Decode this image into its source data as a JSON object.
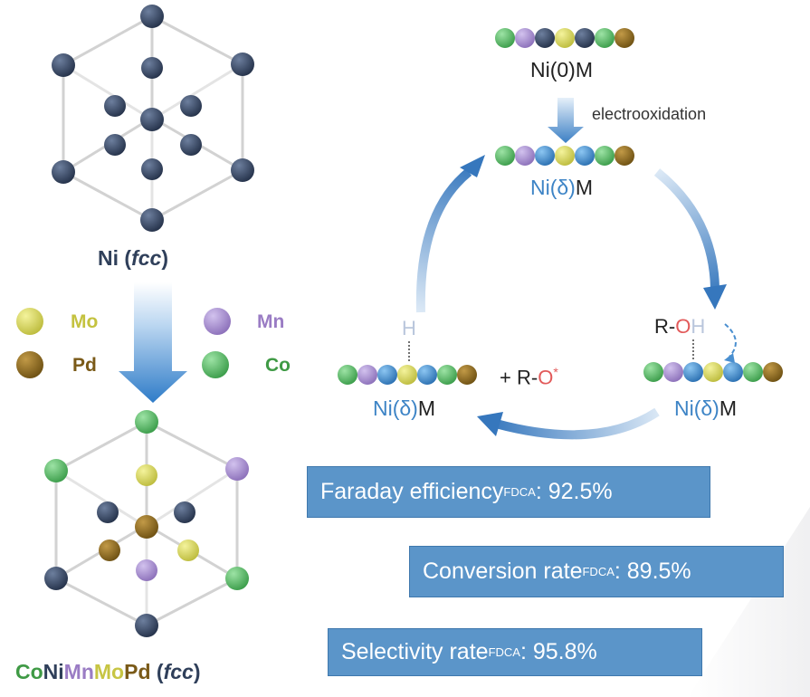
{
  "ni_label": {
    "elem": "Ni",
    "phase": "fcc"
  },
  "legend": [
    {
      "name": "Mo",
      "color": "#d3d25c"
    },
    {
      "name": "Pd",
      "color": "#8a6a1f"
    },
    {
      "name": "Mn",
      "color": "#a38ccd"
    },
    {
      "name": "Co",
      "color": "#4fb45f"
    }
  ],
  "alloy_label": {
    "parts": [
      {
        "text": "Co",
        "color": "#3f9a45"
      },
      {
        "text": "Ni",
        "color": "#2f3f5a"
      },
      {
        "text": "Mn",
        "color": "#9a7cc4"
      },
      {
        "text": "Mo",
        "color": "#c7c543"
      },
      {
        "text": "Pd",
        "color": "#7a5a18"
      }
    ],
    "phase": "fcc"
  },
  "cycle": {
    "top_label": "Ni(0)M",
    "process_label": "electrooxidation",
    "node_label": "Ni(δ)M",
    "adsorbate": {
      "r": "R-",
      "o": "O",
      "h": "H"
    },
    "h_label": "H",
    "product": {
      "prefix": "+ R-",
      "o": "O",
      "star": "*"
    }
  },
  "metrics": [
    {
      "label": "Faraday efficiency",
      "sub": "FDCA",
      "value": ": 92.5%"
    },
    {
      "label": "Conversion rate",
      "sub": "FDCA",
      "value": ": 89.5%"
    },
    {
      "label": "Selectivity rate",
      "sub": "FDCA",
      "value": ": 95.8%"
    }
  ],
  "colors": {
    "ni_atom": "#2f3f5a",
    "blue_text": "#3d84c6",
    "red_o": "#e25a5a",
    "pale_h": "#b9c6dc",
    "arrow": "#3b7fc4"
  }
}
